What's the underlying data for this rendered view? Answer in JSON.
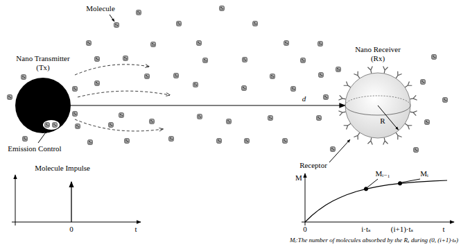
{
  "diagram": {
    "caption": "Mᵢ:The number of molecules absorbed by the Rₓ during (0, (i+1)·tₛ)",
    "nodes": [
      {
        "text": [
          "Nano Transmitter (Tx)"
        ]
      },
      {
        "text": [
          "Nano Receiver (Rx)"
        ]
      }
    ],
    "edges": [
      {
        "from": 0,
        "to": 1,
        "arrow": "to",
        "label": "d"
      }
    ],
    "labels": [
      "Molecule",
      "Emission Control",
      "Receptor",
      "R",
      "Molecule Impulse",
      "0",
      "t",
      "M",
      "0",
      "t",
      "i·tₛ",
      "(i+1)·tₛ",
      "Mᵢ₋₁",
      "Mᵢ"
    ]
  }
}
